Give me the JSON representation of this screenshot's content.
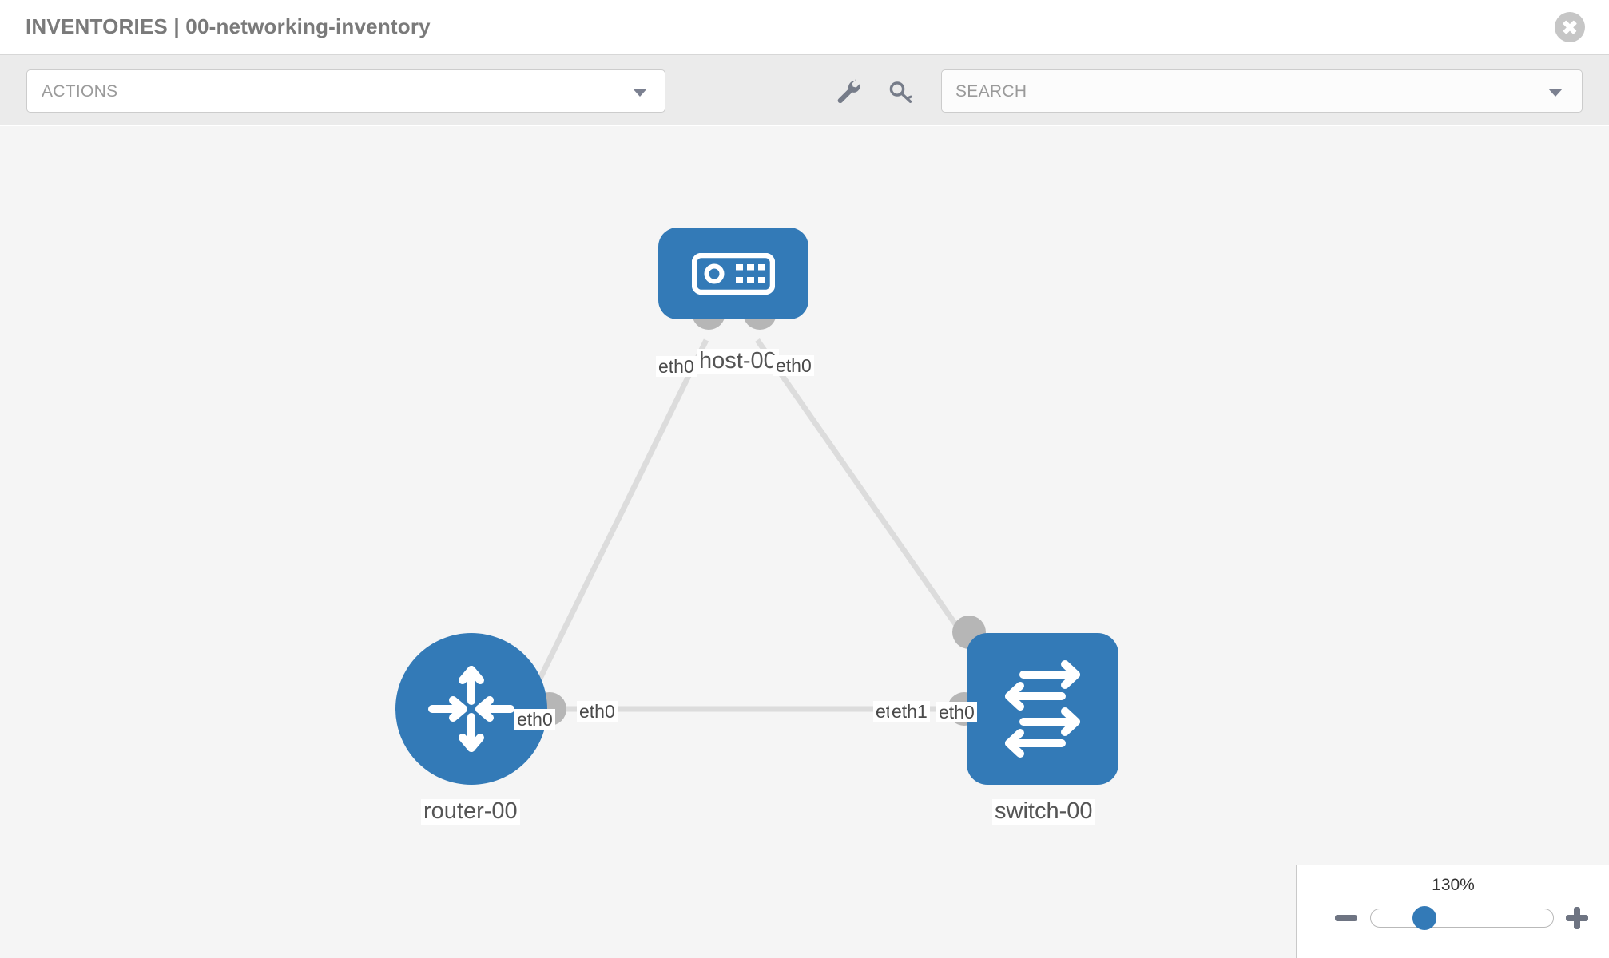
{
  "titlebar": {
    "title": "INVENTORIES | 00-networking-inventory",
    "close_icon": "close-circle-icon"
  },
  "toolbar": {
    "actions_label": "ACTIONS",
    "actions_caret_icon": "chevron-down-icon",
    "wrench_icon": "wrench-icon",
    "key_icon": "key-icon",
    "search_placeholder": "SEARCH",
    "search_caret_icon": "chevron-down-icon"
  },
  "topology": {
    "nodes": [
      {
        "id": "host-00",
        "label": "host-00",
        "type": "host",
        "icon": "server-icon"
      },
      {
        "id": "router-00",
        "label": "router-00",
        "type": "router",
        "icon": "router-arrows-icon"
      },
      {
        "id": "switch-00",
        "label": "switch-00",
        "type": "switch",
        "icon": "switch-arrows-icon"
      }
    ],
    "edge_labels": {
      "host_left": "eth0",
      "host_right": "eth0",
      "router_to_host": "eth0",
      "switch_to_host": "eth0",
      "router_to_switch": "eth0",
      "switch_to_router_hidden": "eth0",
      "switch_to_router": "eth1"
    },
    "accent_color": "#337ab7",
    "edge_color": "#dcdcdc",
    "port_color": "#b6b6b6",
    "canvas_background": "#f5f5f5"
  },
  "zoom_control": {
    "value_label": "130%",
    "minus_icon": "minus-icon",
    "plus_icon": "plus-icon"
  }
}
